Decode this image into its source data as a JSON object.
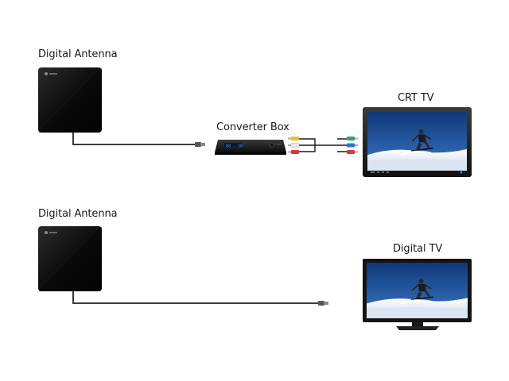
{
  "diagram": {
    "setup_analog": {
      "antenna_label": "Digital Antenna",
      "converter_label": "Converter Box",
      "tv_label": "CRT TV",
      "converter_display": "88 - 30"
    },
    "setup_digital": {
      "antenna_label": "Digital Antenna",
      "tv_label": "Digital TV"
    }
  },
  "colors": {
    "antenna": "#0e0e0e",
    "cable": "#222222",
    "tv_bezel": "#1c1c1c",
    "sky": "#1d4f9a",
    "snow": "#eef3fa",
    "converter_led": "#3f9bff",
    "rca_yellow": "#e8c22a",
    "rca_red": "#d8383a",
    "rca_white": "#e9e9e9",
    "rca_green": "#2aa86a",
    "rca_blue": "#2f6fd6"
  }
}
